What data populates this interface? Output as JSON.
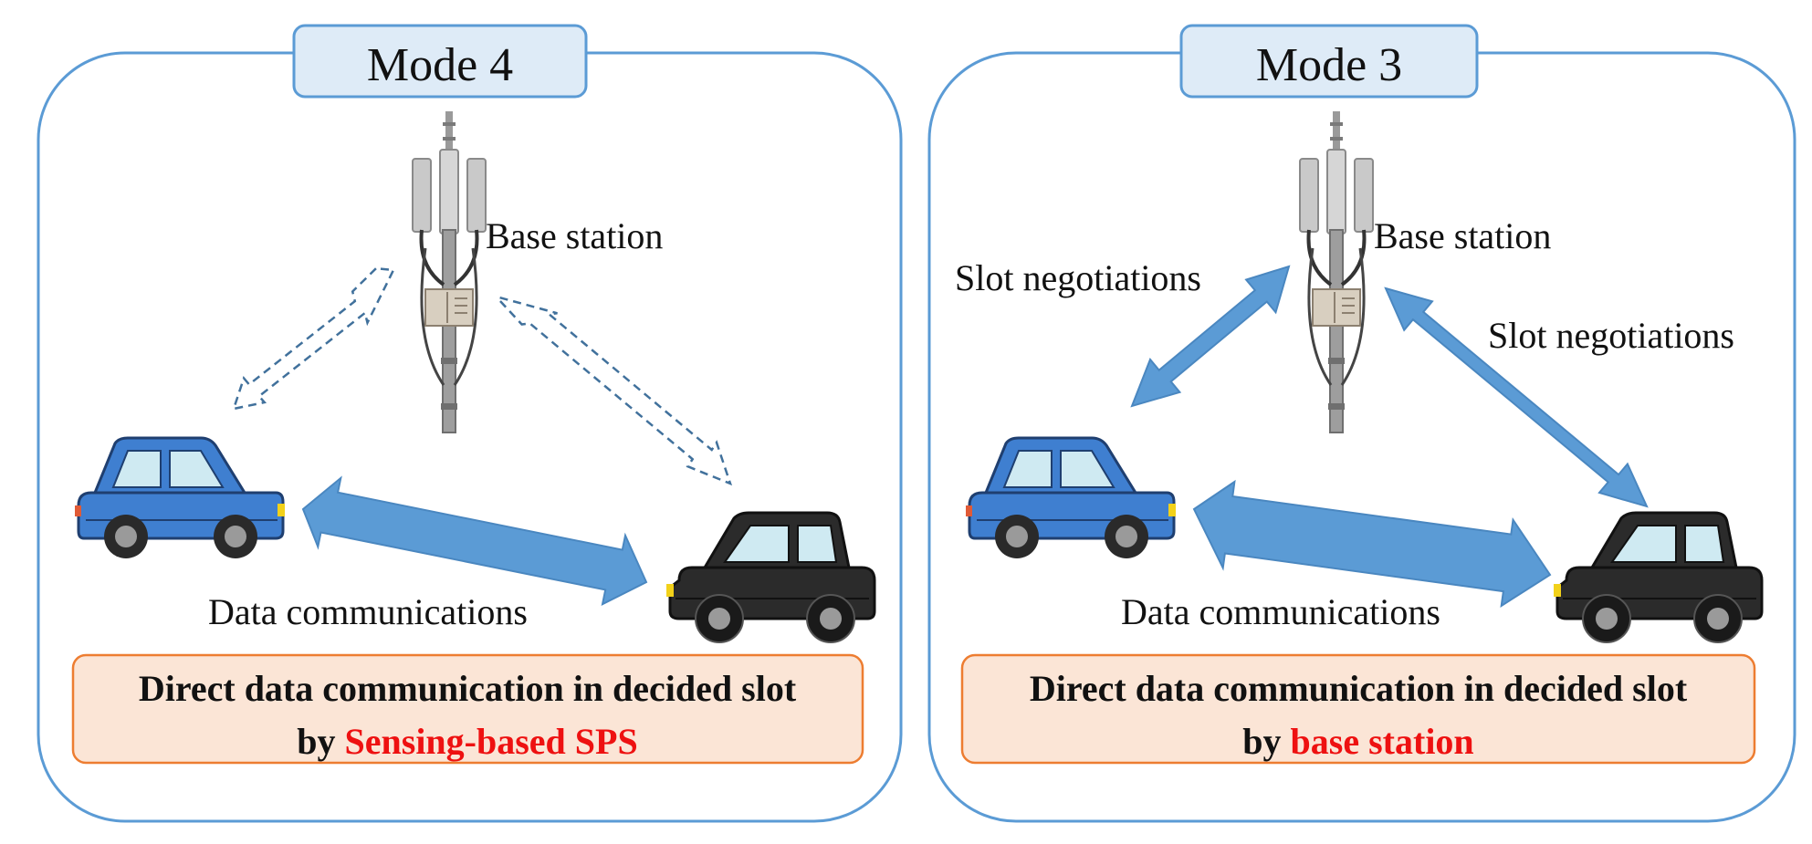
{
  "panels": {
    "mode4": {
      "title": "Mode 4",
      "base_station_label": "Base station",
      "data_label": "Data communications",
      "caption_line1": "Direct data communication in decided slot",
      "caption_line2_prefix": "by ",
      "caption_line2_highlight": "Sensing-based SPS"
    },
    "mode3": {
      "title": "Mode 3",
      "base_station_label": "Base station",
      "slot_left_label": "Slot negotiations",
      "slot_right_label": "Slot negotiations",
      "data_label": "Data communications",
      "caption_line1": "Direct data communication in decided slot",
      "caption_line2_prefix": "by ",
      "caption_line2_highlight": "base station"
    }
  },
  "colors": {
    "panel_border": "#5b9bd5",
    "title_fill": "#deebf7",
    "caption_fill": "#fbe5d6",
    "caption_border": "#ed7d31",
    "arrow_fill": "#5b9bd5",
    "dashed_arrow": "#41719c",
    "highlight_text": "#ee1111",
    "car_blue": "#3f7fd0",
    "car_black": "#2b2b2b"
  },
  "icons": {
    "tower": "base-station-tower-icon",
    "blue_car": "blue-car-icon",
    "black_car": "black-car-icon"
  }
}
